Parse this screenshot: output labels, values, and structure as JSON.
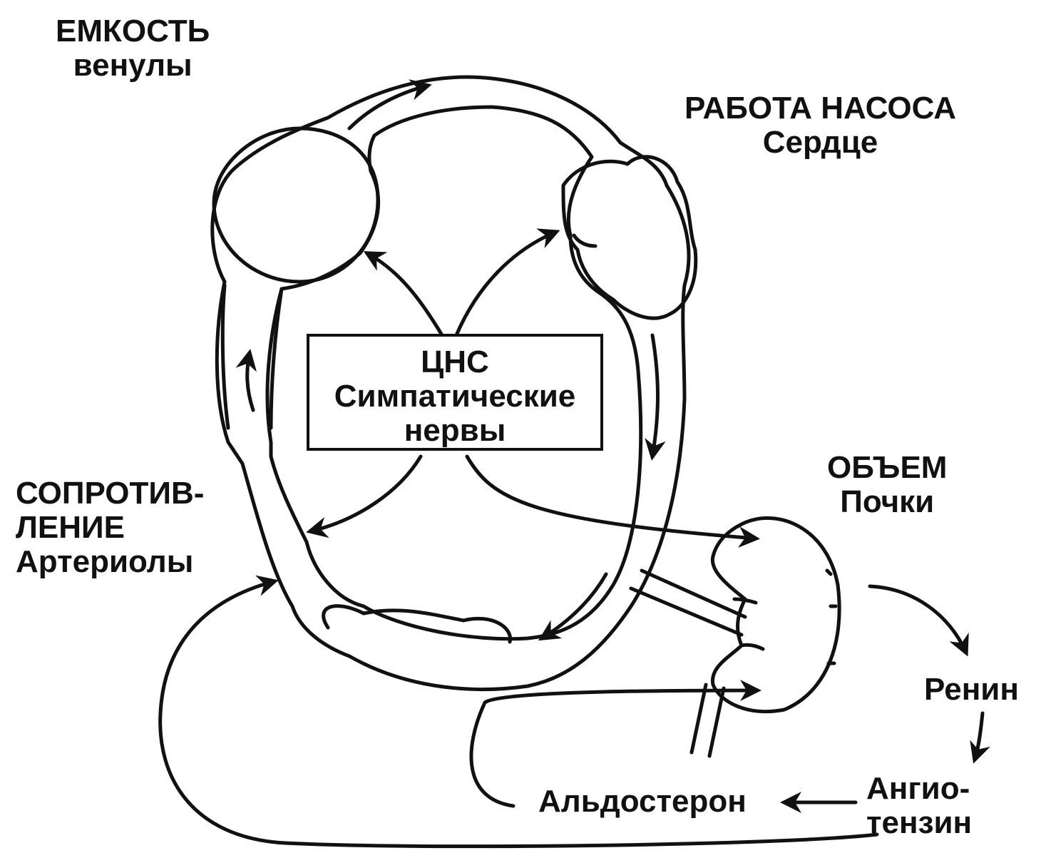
{
  "labels": {
    "capacity": {
      "title": "ЕМКОСТЬ",
      "sub": "венулы"
    },
    "pump": {
      "title": "РАБОТА НАСОСА",
      "sub": "Сердце"
    },
    "resistance": {
      "line1": "СОПРОТИВ-",
      "line2": "ЛЕНИЕ",
      "sub": "Артериолы"
    },
    "volume": {
      "title": "ОБЪЕМ",
      "sub": "Почки"
    },
    "cns": {
      "line1": "ЦНС",
      "line2": "Симпатические",
      "line3": "нервы"
    },
    "renin": "Ренин",
    "angiotensin": {
      "line1": "Ангио-",
      "line2": "тензин"
    },
    "aldosterone": "Альдостерон"
  },
  "colors": {
    "ink": "#111111",
    "background": "#ffffff"
  }
}
